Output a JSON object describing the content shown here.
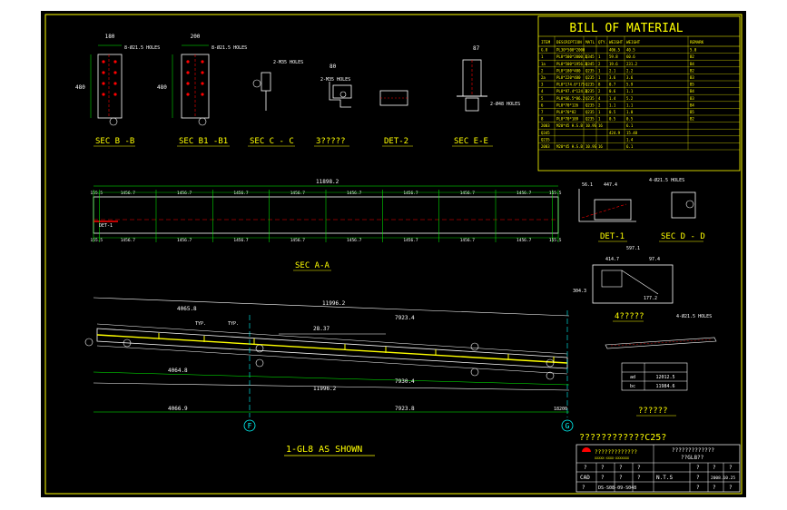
{
  "bom": {
    "title": "BILL OF MATERIAL",
    "headers": [
      "ITEM",
      "DESCRIPTION",
      "MATL",
      "QTY.",
      "WEIGHT",
      "WEIGHT",
      "REMARK"
    ],
    "rows": [
      [
        "G.8",
        "PL30*500*2000",
        "",
        "",
        "406.5",
        "40.5",
        "5.0"
      ],
      [
        "1",
        "PL8*500*2000.1",
        "Q345",
        "1",
        "59.8",
        "60.6",
        "B2"
      ],
      [
        "1a",
        "PL8*500*1956.3",
        "Q345",
        "2",
        "19.6",
        "231.2",
        "B4"
      ],
      [
        "2",
        "PL8*180*480",
        "Q235",
        "1",
        "2.1",
        "2.2",
        "B2"
      ],
      [
        "2a",
        "PL8*220*480",
        "Q235",
        "1",
        "3.6",
        "3.6",
        "B3"
      ],
      [
        "3",
        "PL8*174.6*175",
        "Q235",
        "8",
        "0.7",
        "5.9",
        "B5"
      ],
      [
        "4",
        "PL8*97.4*124.3",
        "Q235",
        "2",
        "0.6",
        "1.1",
        "B4"
      ],
      [
        "5",
        "PL8*66.5*86.2",
        "Q235",
        "4",
        "1.4",
        "5.2",
        "B3"
      ],
      [
        "6",
        "PL8*70*126",
        "Q235",
        "2",
        "1.1",
        "1.1",
        "B4"
      ],
      [
        "7",
        "PL8*70*82",
        "Q235",
        "1",
        "0.5",
        "1.0",
        "B5"
      ],
      [
        "8",
        "PL8*70*109",
        "Q235",
        "1",
        "0.5",
        "0.5",
        "B2"
      ],
      [
        "2003",
        "M20*45 H.S.B",
        "10.9S",
        "16",
        "",
        "6.1",
        ""
      ]
    ],
    "totals": [
      [
        "Q345",
        "",
        "",
        "",
        "424.9",
        "15.48"
      ],
      [
        "Q235",
        "",
        "",
        "",
        "",
        "1.4"
      ],
      [
        "2003",
        "M20*45 H.S.B",
        "10.9S",
        "16",
        "",
        "6.1"
      ]
    ]
  },
  "sections": {
    "sec_b": "SEC B -B",
    "sec_b1": "SEC B1 -B1",
    "sec_c": "SEC C - C",
    "q1": "3?????",
    "det2": "DET-2",
    "sec_e": "SEC E-E",
    "sec_a": "SEC A-A",
    "det1": "DET-1",
    "sec_d": "SEC D - D",
    "q2": "4?????",
    "q3": "??????",
    "main_title": "1-GL8 AS SHOWN"
  },
  "sec_ab_dims": {
    "b_width": "180",
    "b_holes": "8-Ø21.5 HOLES",
    "b_height": "480",
    "b1_width": "200",
    "b1_holes": "8-Ø21.5 HOLES",
    "b1_height": "480",
    "c_holes1": "2-M35 HOLES",
    "c_holes2": "2-M35 HOLES",
    "q1_w": "80",
    "e_w": "87",
    "e_holes": "2-Ø48 HOLES"
  },
  "sec_aa": {
    "total": "11898.2",
    "segments": [
      "155.5",
      "1456.7",
      "1456.7",
      "1456.7",
      "1456.7",
      "1456.7",
      "1456.7",
      "1456.7",
      "1456.7",
      "155.5"
    ],
    "det_label": "DET-1"
  },
  "det1": {
    "d1": "56.1",
    "d2": "447.4",
    "label": "DET-1"
  },
  "sec_d": {
    "holes": "4-Ø21.5 HOLES"
  },
  "q2_detail": {
    "w1": "597.1",
    "w2": "414.7",
    "w3": "97.4",
    "h": "304.3",
    "r": "177.2",
    "holes": "4-Ø21.5 HOLES"
  },
  "elevation": {
    "top_total": "11996.2",
    "top_left": "4065.8",
    "top_right": "7923.4",
    "bot_left": "4064.8",
    "bot_right": "7930.4",
    "bot_total": "11996.2",
    "base_left": "4066.9",
    "base_right": "7923.8",
    "mid_dim": "28.37",
    "typ": "TYP.",
    "grid_f": "F",
    "grid_g": "G",
    "end_dim": "18200"
  },
  "small_table": {
    "rows": [
      [
        "ad",
        "12012.5"
      ],
      [
        "bc",
        "11984.6"
      ]
    ]
  },
  "title_block": {
    "header": "????????????C25?",
    "company": "?????????????",
    "company_sub": "XXXXX·XXXX·XXXXXXX",
    "drawing_name": "?????????????",
    "drawing_no": "??GL8??",
    "cad": "CAD",
    "scale": "N.T.S",
    "date": "2008.10.25",
    "dwg_code": "DS-S08-09-S048",
    "q": "?"
  }
}
